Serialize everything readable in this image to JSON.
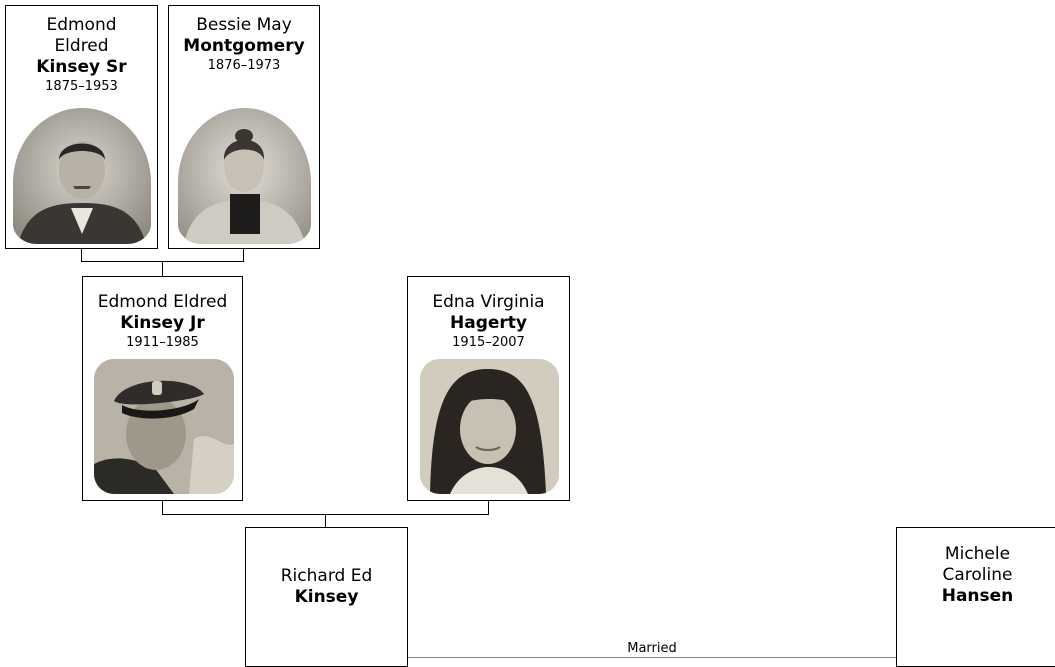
{
  "people": {
    "edmond_sr": {
      "given": "Edmond Eldred",
      "given_line1": "Edmond",
      "given_line2": "Eldred",
      "surname": "Kinsey Sr",
      "dates": "1875–1953"
    },
    "bessie": {
      "given": "Bessie May",
      "surname": "Montgomery",
      "dates": "1876–1973"
    },
    "edmond_jr": {
      "given": "Edmond Eldred",
      "surname": "Kinsey Jr",
      "dates": "1911–1985"
    },
    "edna": {
      "given": "Edna Virginia",
      "surname": "Hagerty",
      "dates": "1915–2007"
    },
    "richard": {
      "given": "Richard Ed",
      "surname": "Kinsey"
    },
    "michele": {
      "given": "Michele Caroline",
      "given_line1": "Michele",
      "given_line2": "Caroline",
      "surname": "Hansen"
    }
  },
  "relationship": {
    "label": "Married"
  },
  "colors": {
    "border": "#000000",
    "background": "#ffffff",
    "connector": "#000000"
  }
}
